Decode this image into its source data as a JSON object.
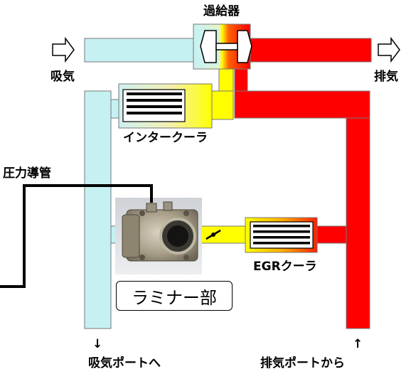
{
  "labels": {
    "turbocharger": "過給器",
    "intake": "吸気",
    "exhaust": "排気",
    "intercooler": "インタークーラ",
    "pressure_tube": "圧力導管",
    "egr_cooler": "EGRクーラ",
    "laminar_element": "ラミナー部",
    "to_intake_port": "吸気ポートへ",
    "from_exhaust_port": "排気ポートから",
    "down_arrow": "↓",
    "up_arrow": "↑"
  },
  "colors": {
    "intake_pipe": "#c6f1f3",
    "charged_air": "#ffff00",
    "exhaust_pipe": "#ff0000",
    "outline": "#777777",
    "pressure_line": "#000000"
  },
  "icons": {
    "intake_arrow": "hollow-right-arrow-icon",
    "exhaust_arrow": "hollow-right-arrow-icon",
    "laminar_flow_element": "flow-meter-photo",
    "egr_valve": "butterfly-valve-icon"
  }
}
